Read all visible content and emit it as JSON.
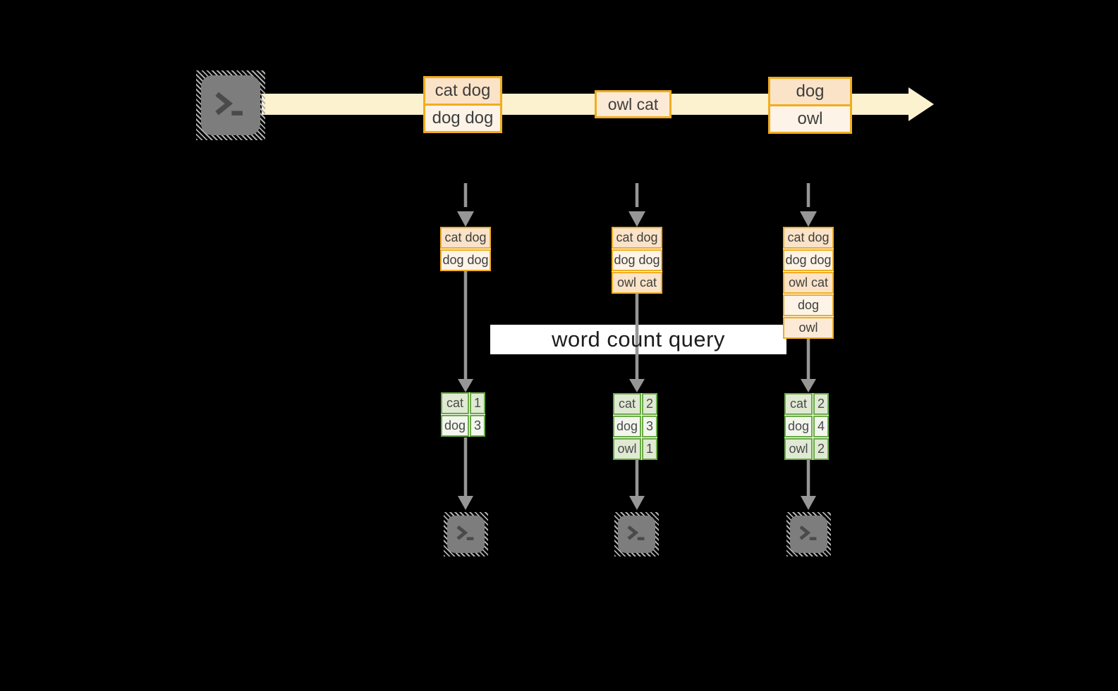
{
  "title": "streaming word count diagram",
  "query_label": "word count query",
  "colors": {
    "background": "#000000",
    "stream_band": "#fcf2d0",
    "batch_border": "#f0ad1f",
    "batch_fill_peach": "#fbe3c8",
    "batch_fill_cream": "#fdf3e6",
    "table_border": "#6aaa46",
    "table_fill_dark": "#e0ead3",
    "table_fill_light": "#f2f6ed",
    "arrow_gray": "#969696",
    "terminal_gray": "#7d7d7d"
  },
  "stream": {
    "source_icon": "terminal-icon",
    "batches": [
      {
        "lines": [
          "cat dog",
          "dog dog"
        ]
      },
      {
        "lines": [
          "owl cat"
        ]
      },
      {
        "lines": [
          "dog",
          "owl"
        ]
      }
    ]
  },
  "columns": [
    {
      "accumulated": [
        "cat dog",
        "dog dog"
      ],
      "counts": [
        {
          "word": "cat",
          "count": 1
        },
        {
          "word": "dog",
          "count": 3
        }
      ],
      "consumer_icon": "terminal-icon"
    },
    {
      "accumulated": [
        "cat dog",
        "dog dog",
        "owl cat"
      ],
      "counts": [
        {
          "word": "cat",
          "count": 2
        },
        {
          "word": "dog",
          "count": 3
        },
        {
          "word": "owl",
          "count": 1
        }
      ],
      "consumer_icon": "terminal-icon"
    },
    {
      "accumulated": [
        "cat dog",
        "dog dog",
        "owl cat",
        "dog",
        "owl"
      ],
      "counts": [
        {
          "word": "cat",
          "count": 2
        },
        {
          "word": "dog",
          "count": 4
        },
        {
          "word": "owl",
          "count": 2
        }
      ],
      "consumer_icon": "terminal-icon"
    }
  ]
}
